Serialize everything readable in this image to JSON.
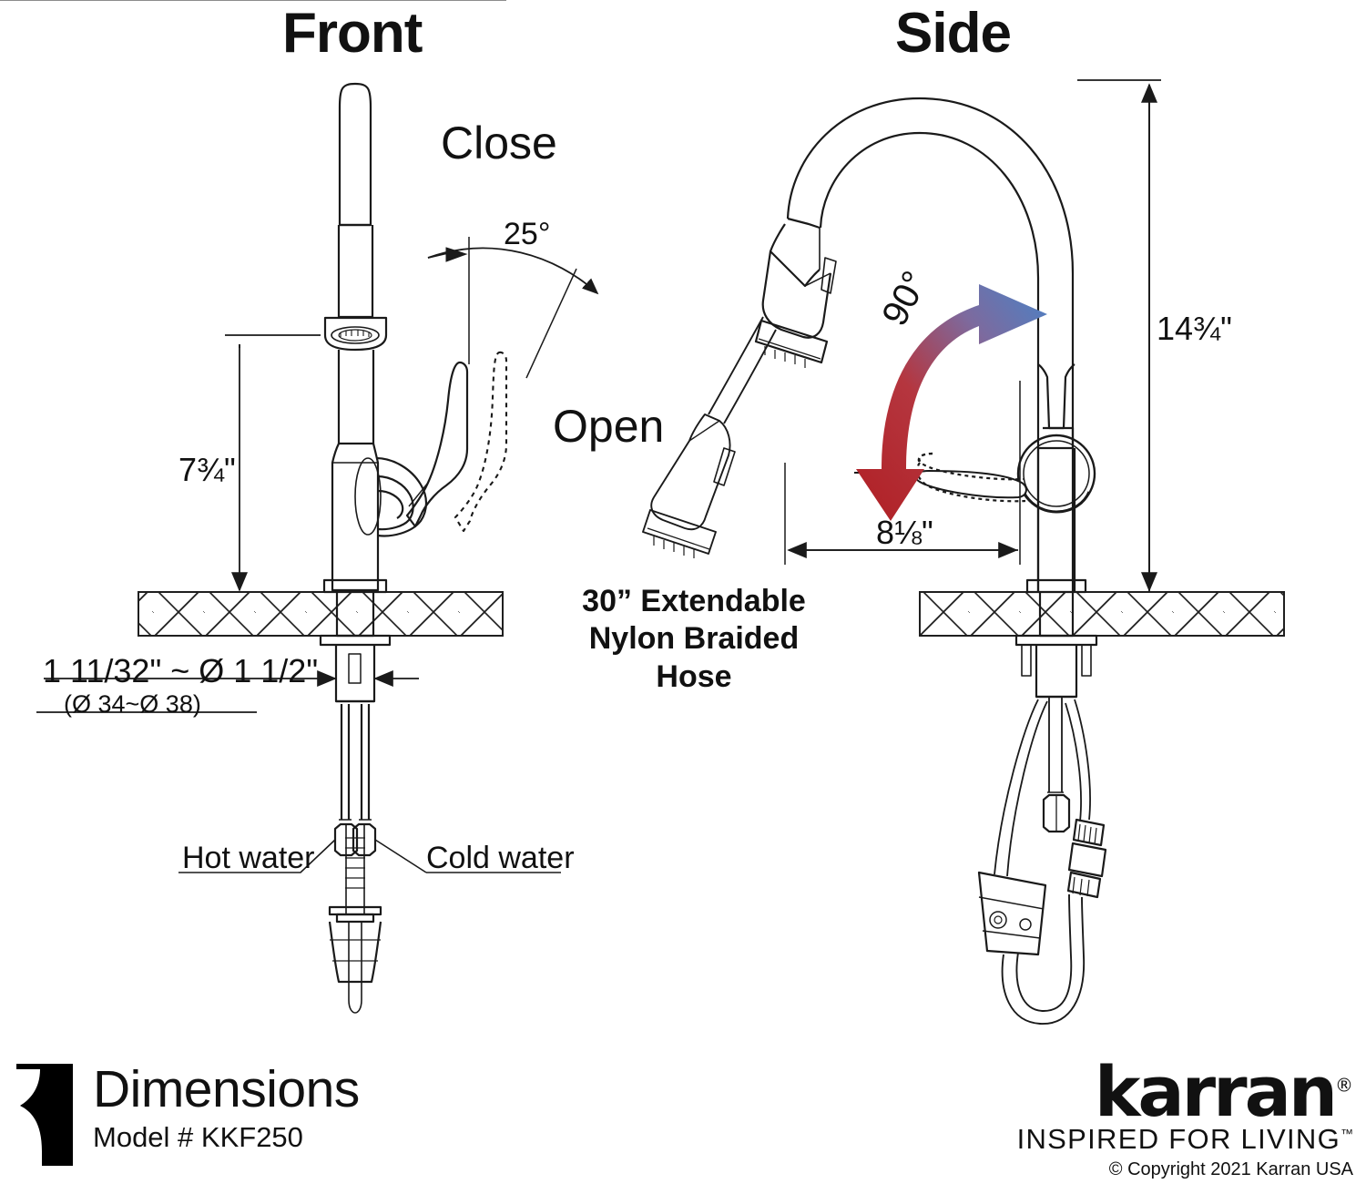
{
  "document": {
    "type": "product-dimension-drawing",
    "product": "Pull-down kitchen faucet"
  },
  "views": {
    "front": {
      "title": "Front"
    },
    "side": {
      "title": "Side"
    }
  },
  "handle_states": {
    "closed_label": "Close",
    "open_label": "Open",
    "lift_angle": "25°"
  },
  "swivel": {
    "angle_label": "90°",
    "arrow_start_color": "#b01f24",
    "arrow_end_color": "#4a7fc1"
  },
  "dimensions": {
    "spout_height": "7¾\"",
    "overall_height": "14¾\"",
    "spout_reach": "8⅛\"",
    "hole_size_imperial": "1 11/32\" ~ Ø 1 1/2\"",
    "hole_size_metric": "(Ø 34~Ø 38)"
  },
  "callouts": {
    "hot_water": "Hot water",
    "cold_water": "Cold water",
    "hose_note_line1": "30” Extendable",
    "hose_note_line2": "Nylon Braided",
    "hose_note_line3": "Hose"
  },
  "footer": {
    "heading": "Dimensions",
    "model": "Model # KKF250",
    "brand": "karran",
    "brand_mark": "®",
    "tagline": "INSPIRED FOR LIVING",
    "tagline_mark": "™",
    "copyright": "© Copyright 2021 Karran USA"
  },
  "colors": {
    "line": "#1a1a1a",
    "thin_line": "#2b2b2b",
    "text": "#111111",
    "red": "#b5202a",
    "blue": "#4f83c4"
  }
}
